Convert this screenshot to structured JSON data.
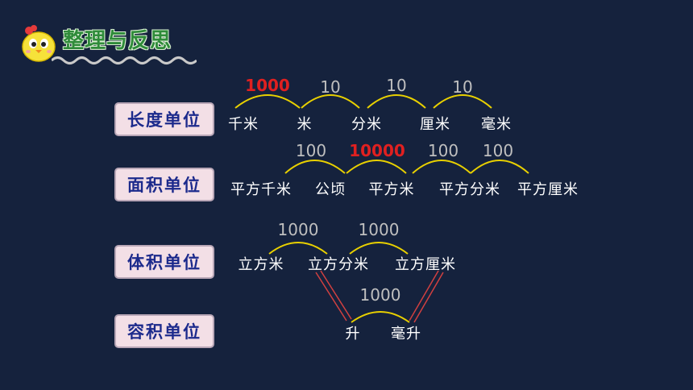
{
  "header": {
    "title": "整理与反思"
  },
  "rows": [
    {
      "label": "长度单位",
      "units": [
        "千米",
        "米",
        "分米",
        "厘米",
        "毫米"
      ],
      "rates": [
        "1000",
        "10",
        "10",
        "10"
      ]
    },
    {
      "label": "面积单位",
      "units": [
        "平方千米",
        "公顷",
        "平方米",
        "平方分米",
        "平方厘米"
      ],
      "rates": [
        "100",
        "10000",
        "100",
        "100"
      ]
    },
    {
      "label": "体积单位",
      "units": [
        "立方米",
        "立方分米",
        "立方厘米"
      ],
      "rates": [
        "1000",
        "1000"
      ]
    },
    {
      "label": "容积单位",
      "units": [
        "升",
        "毫升"
      ],
      "rates": [
        "1000"
      ]
    }
  ],
  "colors": {
    "background": "#15223d",
    "arc": "#e8d000",
    "highlight": "#e02020",
    "link": "#d04040"
  }
}
